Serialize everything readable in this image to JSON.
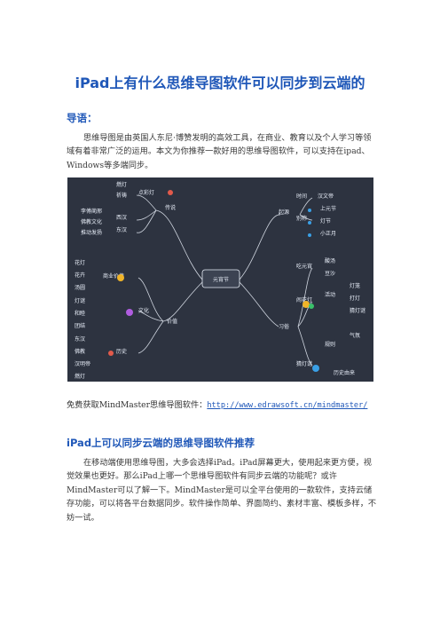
{
  "title": "iPad上有什么思维导图软件可以同步到云端的",
  "intro_heading": "导语：",
  "intro_paragraph": "思维导图是由英国人东尼·博赞发明的高效工具，在商业、教育以及个人学习等领域有着非常广泛的运用。本文为你推荐一款好用的思维导图软件，可以支持在ipad、Windows等多端同步。",
  "mindmap": {
    "center": "元宵节",
    "branches": [
      {
        "label": "传说",
        "children": [
          {
            "label": "点彩灯",
            "leaves": [
              "燃灯",
              "祈祷"
            ]
          },
          {
            "label": "西汉",
            "leaves": [
              "李傅蔺邢"
            ]
          },
          {
            "label": "东汉",
            "leaves": [
              "佛教文化",
              "推动发扬"
            ]
          }
        ]
      },
      {
        "label": "起源",
        "children": [
          {
            "label": "时间",
            "leaves": [
              "汉文帝"
            ]
          },
          {
            "label": "别称",
            "leaves": [
              "上元节",
              "灯节",
              "小正月"
            ]
          }
        ]
      },
      {
        "label": "价值",
        "children": [
          {
            "label": "商业价值",
            "leaves": [
              "花灯",
              "花卉",
              "汤圆"
            ]
          },
          {
            "label": "文化",
            "leaves": [
              "灯谜",
              "和睦",
              "团结"
            ]
          },
          {
            "label": "历史",
            "leaves": [
              "东汉",
              "佛教",
              "汉明帝",
              "燃灯"
            ]
          }
        ]
      },
      {
        "label": "习俗",
        "children": [
          {
            "label": "吃元宵",
            "leaves": [
              "酸汤",
              "豆沙"
            ]
          },
          {
            "label": "闹花灯",
            "leaves": [
              "活动",
              "灯笼",
              "打灯",
              "猜灯谜"
            ]
          },
          {
            "label": "猜灯谜",
            "leaves": [
              "规则",
              "气氛",
              "历史由来"
            ]
          }
        ]
      }
    ]
  },
  "link_prefix": "免费获取MindMaster思维导图软件：",
  "link_url": "http://www.edrawsoft.cn/mindmaster/",
  "section_heading": "iPad上可以同步云端的思维导图软件推荐",
  "section_paragraph": "在移动端使用思维导图，大多会选择iPad。iPad屏幕更大，使用起来更方便，视觉效果也更好。那么iPad上哪一个思维导图软件有同步云端的功能呢？或许MindMaster可以了解一下。MindMaster是可以全平台使用的一款软件，支持云储存功能，可以将各平台数据同步。软件操作简单、界面简约、素材丰富、模板多样，不妨一试。",
  "colors": {
    "heading": "#1f57b8",
    "mindmap_bg": "#2d3340",
    "line": "#cfd5df"
  }
}
